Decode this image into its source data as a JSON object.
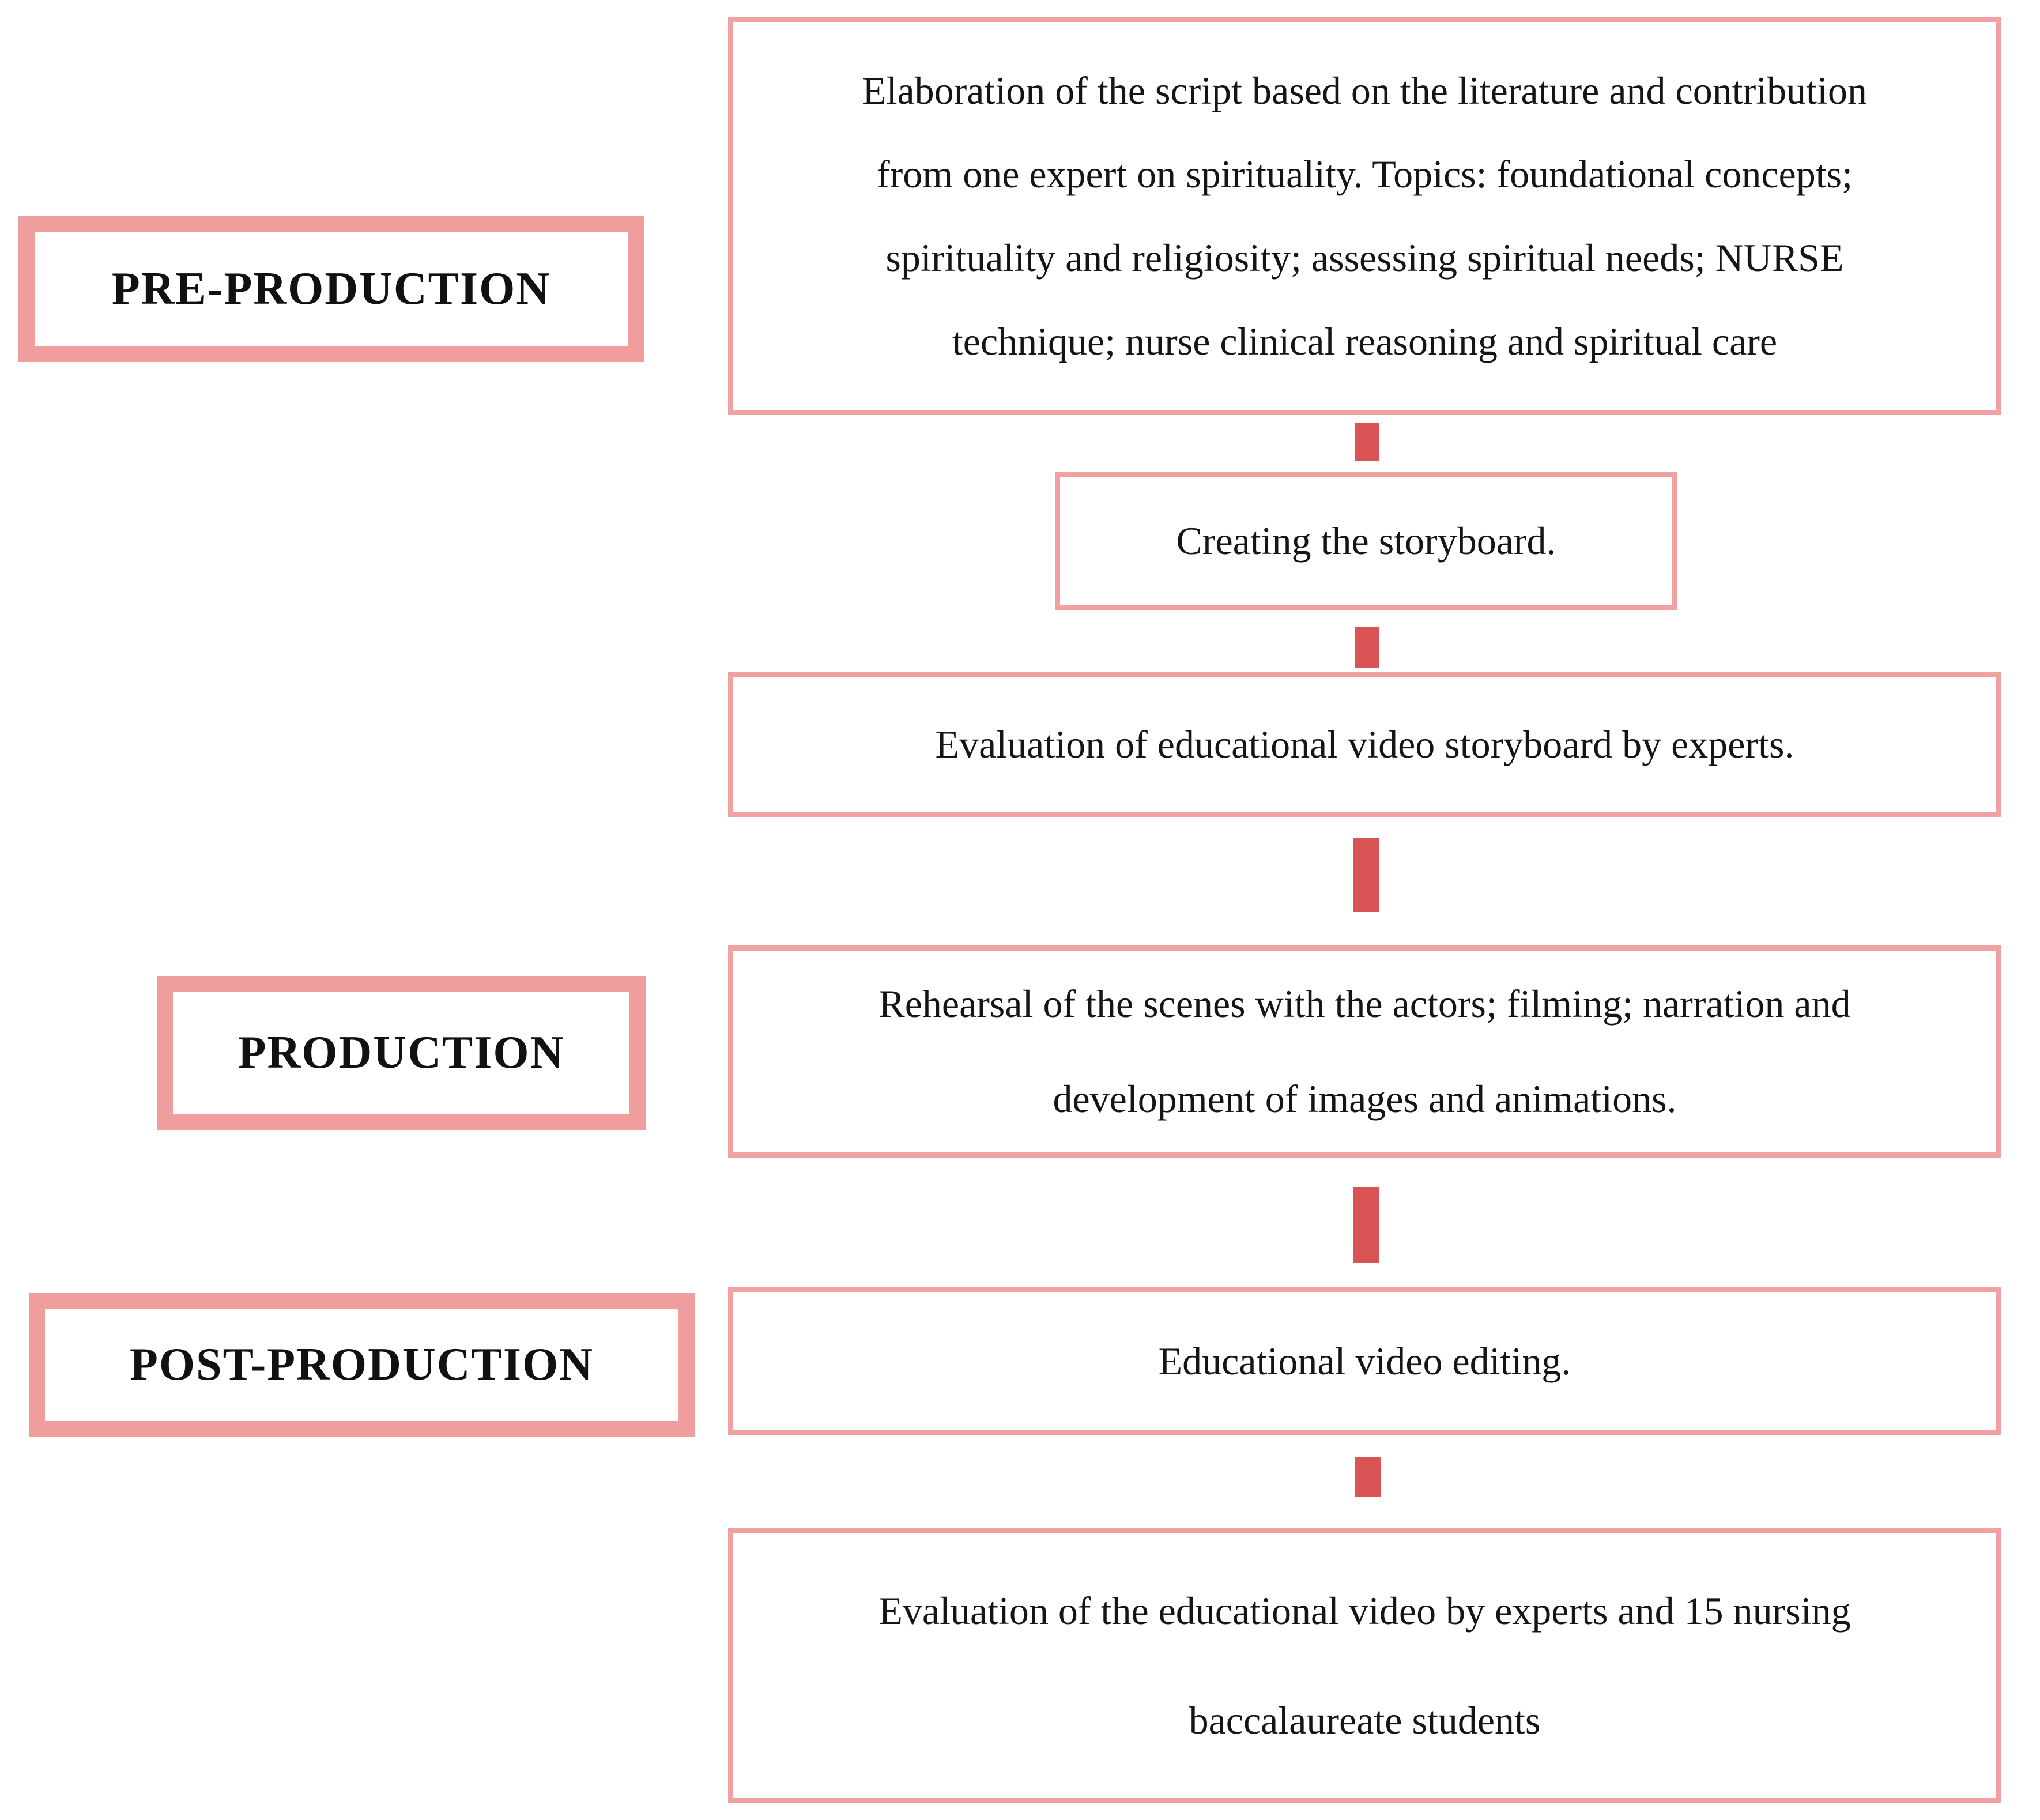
{
  "figure": {
    "description_colors": {
      "phase_frame_pink": "#ef9d9d",
      "step_border_pink": "#f0a2a2",
      "connector_red": "#d95454",
      "text": "#151515",
      "background": "#ffffff"
    }
  },
  "phases": [
    {
      "label": "PRE-PRODUCTION"
    },
    {
      "label": "PRODUCTION"
    },
    {
      "label": "POST-PRODUCTION"
    }
  ],
  "steps": [
    {
      "lines": [
        "Elaboration of the script based on the literature and contribution",
        "from one expert on spirituality. Topics: foundational concepts;",
        "spirituality and religiosity; assessing spiritual needs; NURSE",
        "technique; nurse clinical reasoning and spiritual care"
      ]
    },
    {
      "lines": [
        "Creating the storyboard."
      ]
    },
    {
      "lines": [
        "Evaluation of educational video storyboard by experts."
      ]
    },
    {
      "lines": [
        "Rehearsal of the scenes with the actors; filming; narration and",
        "development of images and animations."
      ]
    },
    {
      "lines": [
        "Educational video editing."
      ]
    },
    {
      "lines": [
        "Evaluation of the educational video by experts and 15 nursing",
        "baccalaureate students"
      ]
    }
  ]
}
